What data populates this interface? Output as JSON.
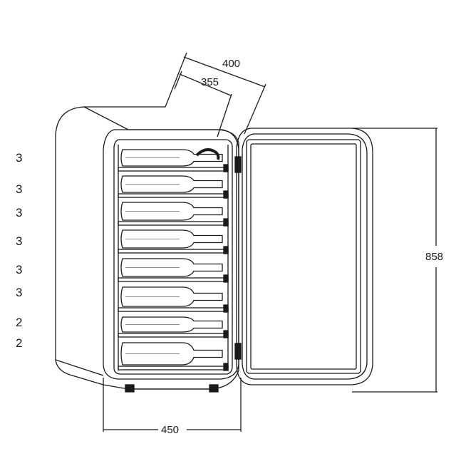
{
  "dimensions": {
    "depth_overall": "400",
    "depth_inner": "355",
    "width": "450",
    "height": "858"
  },
  "shelf_bottle_counts": [
    "3",
    "3",
    "3",
    "3",
    "3",
    "3",
    "2",
    "2"
  ],
  "colors": {
    "line": "#1a1a1a",
    "background": "#ffffff"
  }
}
